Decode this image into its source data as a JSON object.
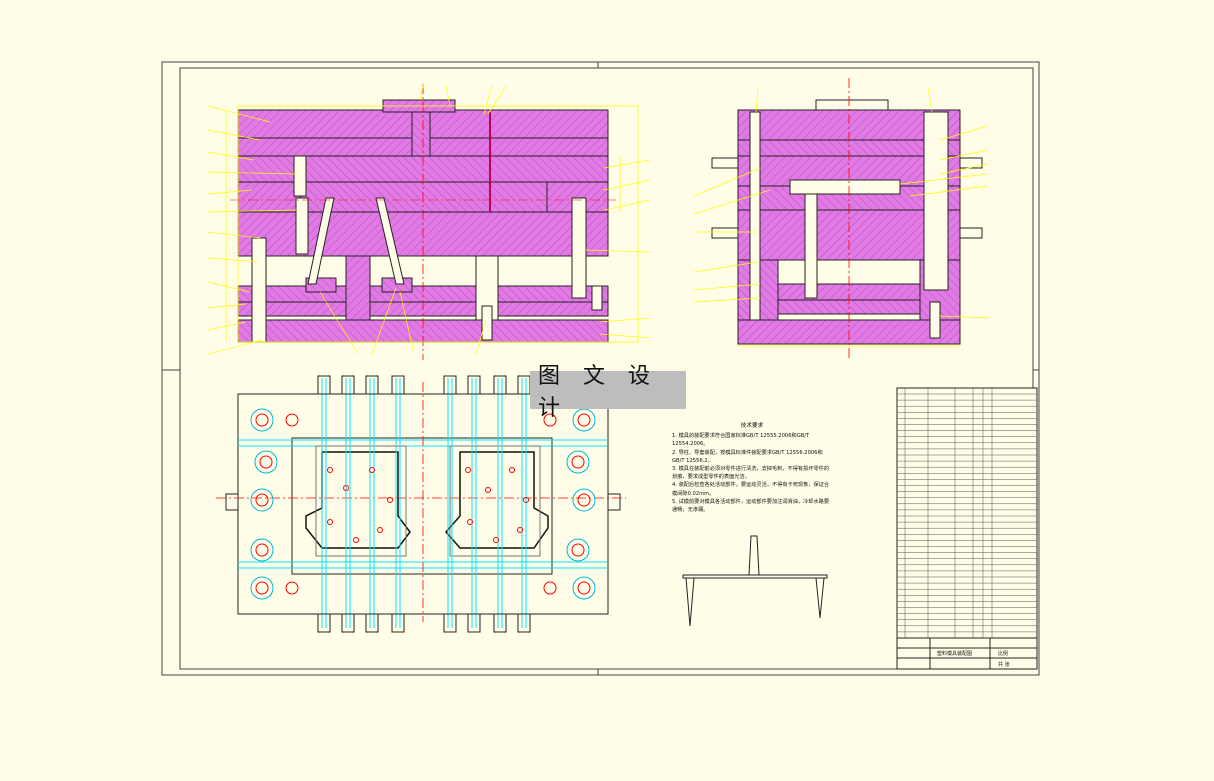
{
  "watermark": "图 文 设 计",
  "notes": {
    "title": "技术要求",
    "lines": [
      "1. 模具的装配要求符合国家标准GB/T 12555.2006和GB/T 12554.2006。",
      "2. 导柱、导套装配，按模具标准件装配要求GB/T 12556.2006和GB/T 12556.2。",
      "3. 模具在装配前必须对零件进行清洗，去掉毛刺，不得有损坏零件的划痕，要求成型零件的表面光洁。",
      "4. 装配后检查各处活动部件，要运动灵活，不得有卡死现象，保证合模间隙0.02mm。",
      "5. 试模前要对模具各活动部件，运动部件要加注润滑油，冷却水路要通畅，无渗漏。"
    ]
  },
  "title_block": {
    "drawing_name": "塑料模具装配图",
    "scale_label": "比例",
    "sheet_label": "共 张"
  },
  "colors": {
    "background": "#fffde8",
    "plate": "#e27ae6",
    "line": "#222222",
    "centerline": "#ff0000",
    "leader": "#ffff00",
    "cooling": "#00e5ff",
    "watermark_bg": "#bdbdbd"
  }
}
